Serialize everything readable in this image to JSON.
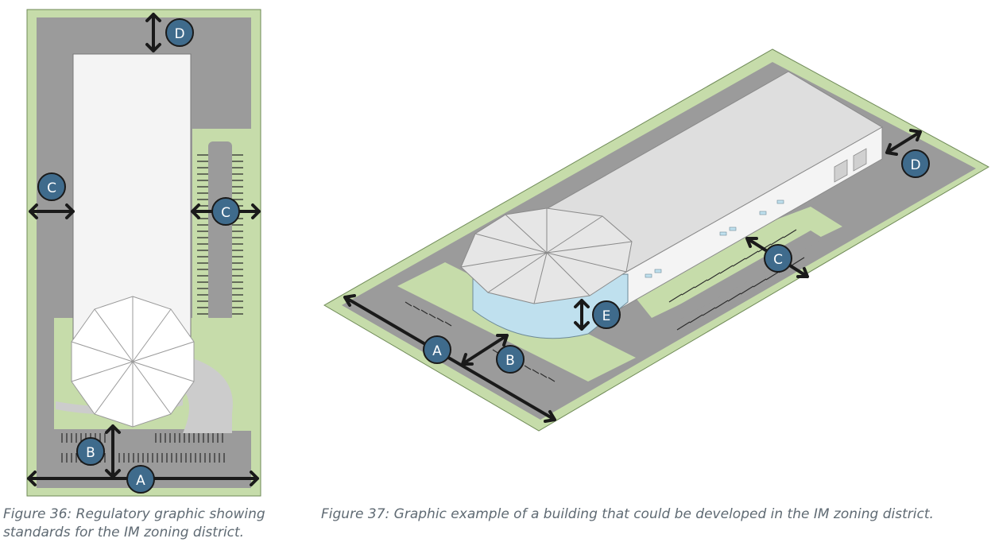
{
  "figure36": {
    "caption": "Figure 36: Regulatory graphic showing standards for the IM zoning district.",
    "labels": {
      "a": "A",
      "b": "B",
      "c_left": "C",
      "c_right": "C",
      "d": "D"
    }
  },
  "figure37": {
    "caption": "Figure 37: Graphic example of a building that could be developed in the IM zoning district.",
    "labels": {
      "a": "A",
      "b": "B",
      "c": "C",
      "d": "D",
      "e": "E"
    }
  },
  "colors": {
    "lawn": "#c6dcaa",
    "lawn_edge": "#6f8a57",
    "pavement": "#9b9b9b",
    "building": "#f4f4f4",
    "roof_iso": "#dedede",
    "glass": "#bfe0ee",
    "label_fill": "#3f6b8c",
    "arrow": "#1a1a1a"
  }
}
